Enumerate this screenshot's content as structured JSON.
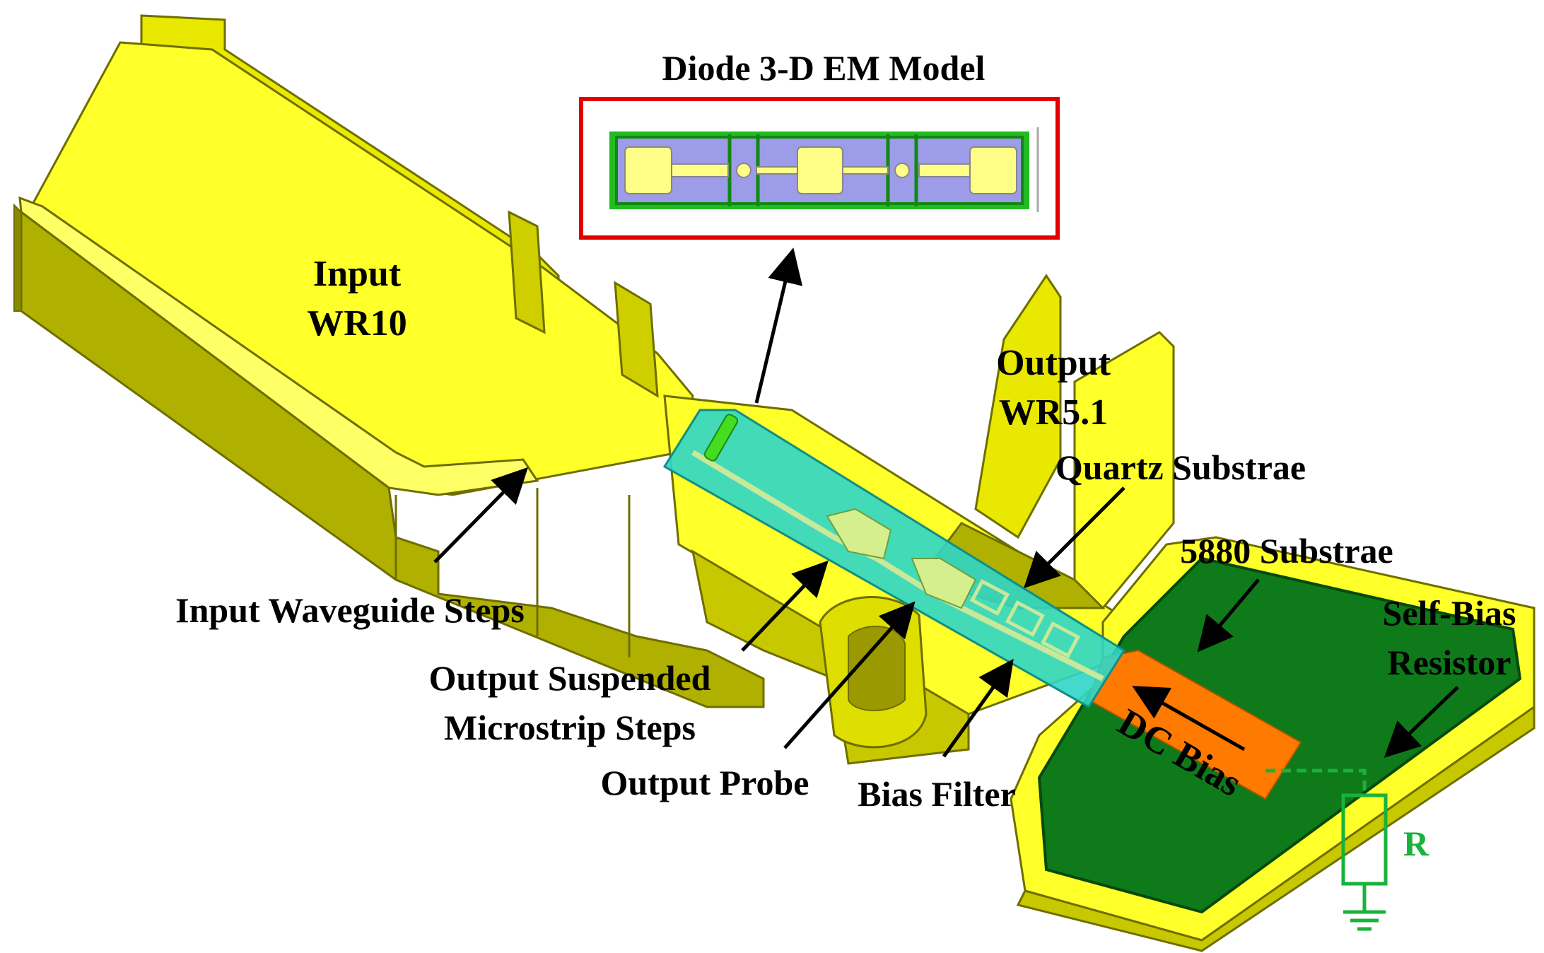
{
  "colors": {
    "background": "#ffffff",
    "metal_light": "#ffff2a",
    "metal_mid": "#e8e800",
    "metal_dark": "#9a9a00",
    "metal_edge": "#6e6e00",
    "quartz": "#2fd6c8",
    "quartz_edge": "#0f8f86",
    "board": "#0e7a1a",
    "board_edge": "#064a0c",
    "dc_line": "#ff7a00",
    "resistor_green": "#19b23a",
    "diode_frame": "#e00000",
    "diode_body": "#9c9ce8",
    "diode_outline": "#22bb22",
    "diode_pad": "#ffff88",
    "text": "#000000"
  },
  "labels": {
    "diode_title": "Diode 3-D EM Model",
    "input_line1": "Input",
    "input_line2": "WR10",
    "output_line1": "Output",
    "output_line2": "WR5.1",
    "quartz": "Quartz Substrae",
    "substrate_5880": "5880 Substrae",
    "self_bias_line1": "Self-Bias",
    "self_bias_line2": "Resistor",
    "input_steps": "Input Waveguide Steps",
    "suspended_line1": "Output Suspended",
    "suspended_line2": "Microstrip Steps",
    "output_probe": "Output Probe",
    "bias_filter": "Bias Filter",
    "dc_bias": "DC Bias",
    "resistor": "R"
  }
}
